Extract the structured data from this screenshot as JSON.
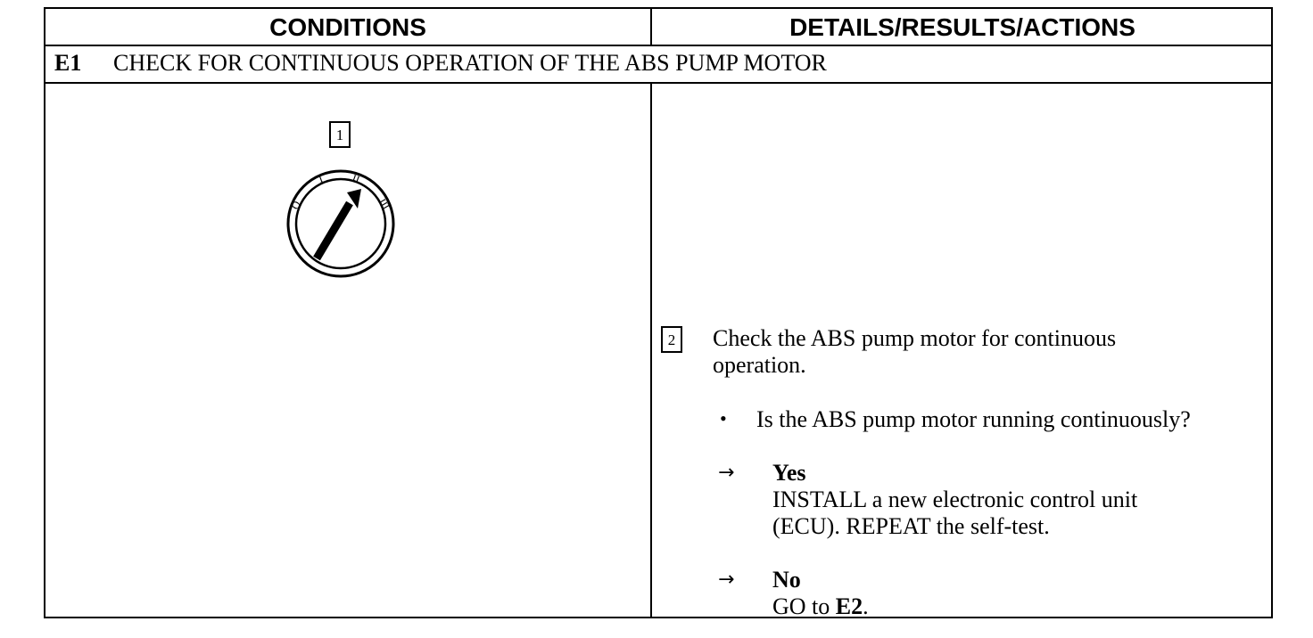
{
  "header": {
    "conditions_label": "CONDITIONS",
    "details_label": "DETAILS/RESULTS/ACTIONS"
  },
  "step": {
    "code": "E1",
    "title": "CHECK FOR CONTINUOUS OPERATION OF THE ABS PUMP MOTOR"
  },
  "conditions": {
    "callout_number": "1",
    "ignition_switch": {
      "icon": "ignition-switch-icon",
      "position_labels": [
        "O",
        "I",
        "II",
        "III"
      ]
    }
  },
  "details": {
    "callout_number": "2",
    "instruction_line1": "Check the ABS pump motor for continuous",
    "instruction_line2": "operation.",
    "bullet_symbol": "•",
    "question": "Is the ABS pump motor running continuously?",
    "arrow_symbol": "→",
    "yes": {
      "label": "Yes",
      "action_line1": "INSTALL a new electronic control unit",
      "action_line2": "(ECU). REPEAT the self-test."
    },
    "no": {
      "label": "No",
      "action_prefix": "GO to ",
      "action_target": "E2",
      "action_suffix": "."
    }
  }
}
